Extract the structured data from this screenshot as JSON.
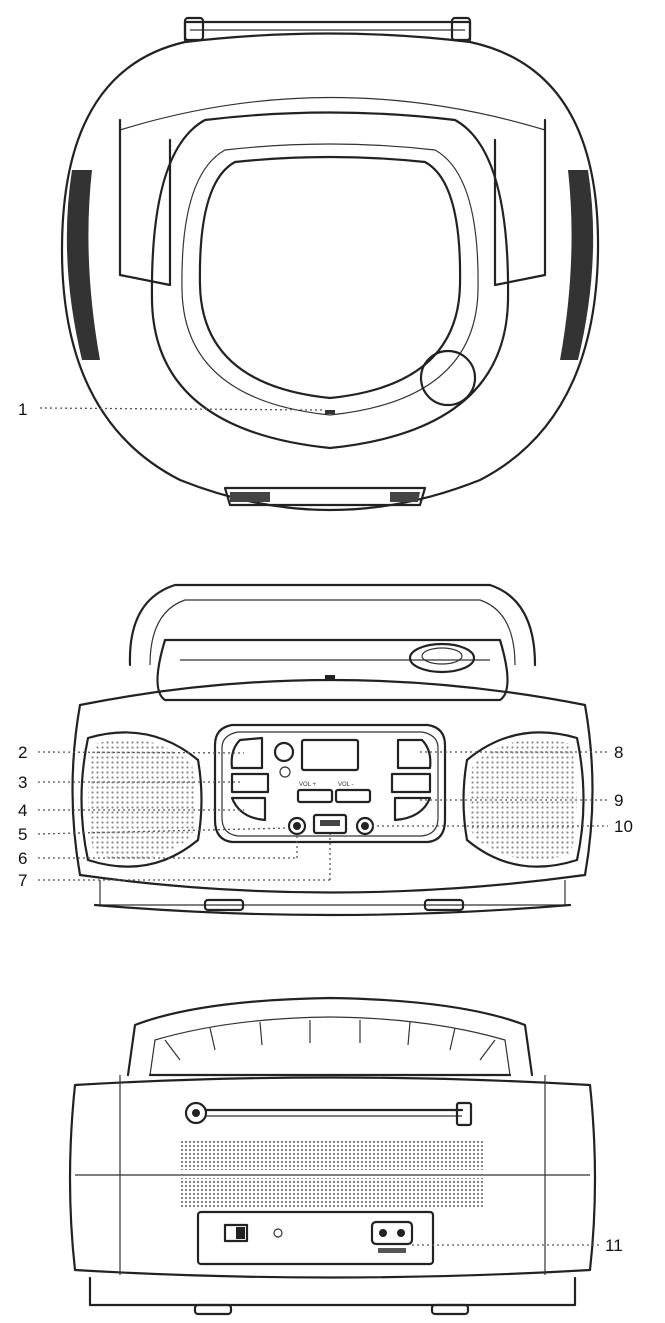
{
  "callouts": [
    {
      "id": "c1",
      "label": "1"
    },
    {
      "id": "c2",
      "label": "2"
    },
    {
      "id": "c3",
      "label": "3"
    },
    {
      "id": "c4",
      "label": "4"
    },
    {
      "id": "c5",
      "label": "5"
    },
    {
      "id": "c6",
      "label": "6"
    },
    {
      "id": "c7",
      "label": "7"
    },
    {
      "id": "c8",
      "label": "8"
    },
    {
      "id": "c9",
      "label": "9"
    },
    {
      "id": "c10",
      "label": "10"
    },
    {
      "id": "c11",
      "label": "11"
    }
  ],
  "panel_buttons": {
    "vol_plus": "VOL +",
    "vol_minus": "VOL -"
  },
  "colors": {
    "line": "#222222",
    "background": "#ffffff",
    "speaker_mesh": "#999999"
  }
}
